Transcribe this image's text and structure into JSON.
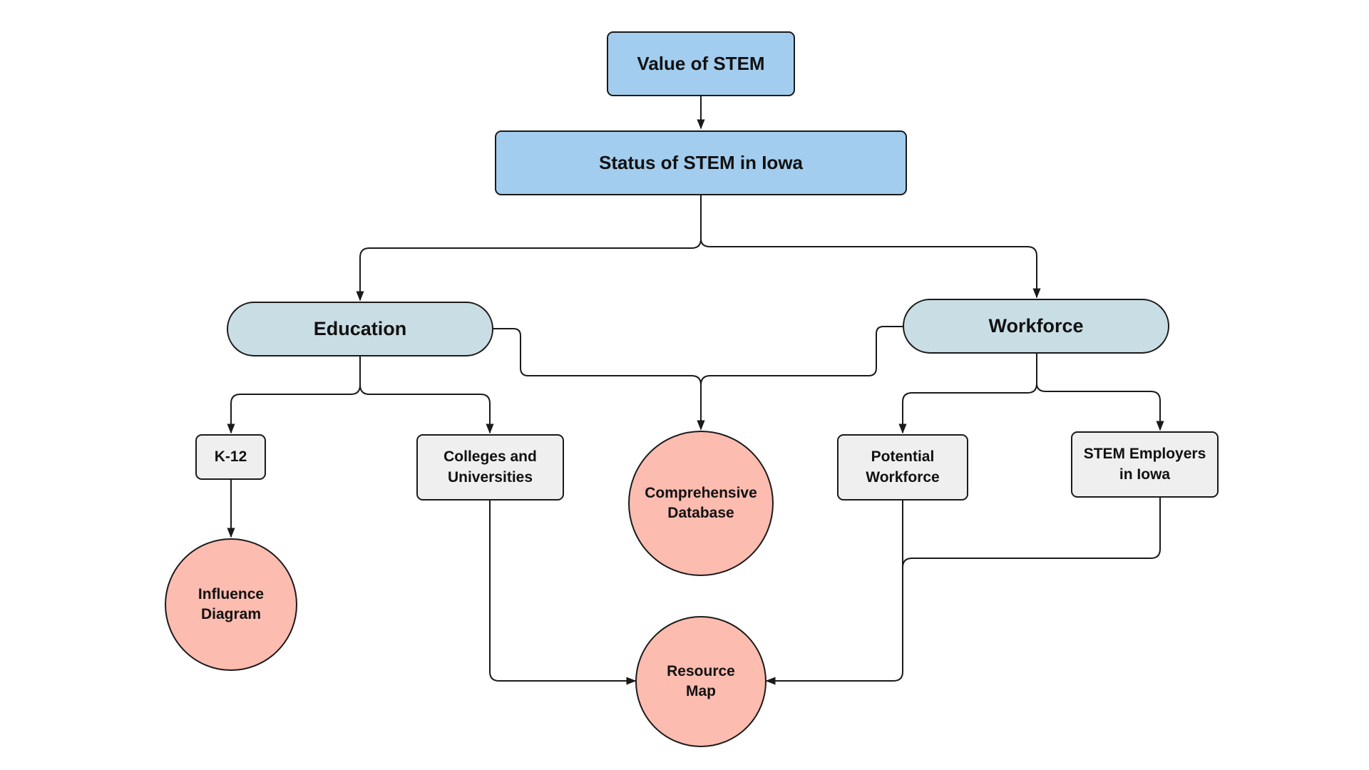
{
  "diagram": {
    "nodes": {
      "value": {
        "label": "Value of STEM"
      },
      "status": {
        "label": "Status of STEM in Iowa"
      },
      "education": {
        "label": "Education"
      },
      "workforce": {
        "label": "Workforce"
      },
      "k12": {
        "label": "K-12"
      },
      "colleges": {
        "label": "Colleges and\nUniversities"
      },
      "potential": {
        "label": "Potential\nWorkforce"
      },
      "employers": {
        "label": "STEM Employers\nin Iowa"
      },
      "database": {
        "label": "Comprehensive\nDatabase"
      },
      "influence": {
        "label": "Influence\nDiagram"
      },
      "resource": {
        "label": "Resource\nMap"
      }
    },
    "edges": [
      {
        "from": "Value of STEM",
        "to": "Status of STEM in Iowa"
      },
      {
        "from": "Status of STEM in Iowa",
        "to": "Education"
      },
      {
        "from": "Status of STEM in Iowa",
        "to": "Workforce"
      },
      {
        "from": "Education",
        "to": "K-12"
      },
      {
        "from": "Education",
        "to": "Colleges and Universities"
      },
      {
        "from": "Education",
        "to": "Comprehensive Database"
      },
      {
        "from": "Workforce",
        "to": "Comprehensive Database"
      },
      {
        "from": "Workforce",
        "to": "Potential Workforce"
      },
      {
        "from": "Workforce",
        "to": "STEM Employers in Iowa"
      },
      {
        "from": "K-12",
        "to": "Influence Diagram"
      },
      {
        "from": "Colleges and Universities",
        "to": "Resource Map"
      },
      {
        "from": "Potential Workforce",
        "to": "Resource Map"
      },
      {
        "from": "STEM Employers in Iowa",
        "to": "Resource Map"
      }
    ],
    "colors": {
      "top_nodes": "#a3cdee",
      "category_nodes": "#c9dde4",
      "entity_nodes": "#efefef",
      "output_nodes": "#fdbcb0",
      "stroke": "#1a1a1a"
    }
  }
}
